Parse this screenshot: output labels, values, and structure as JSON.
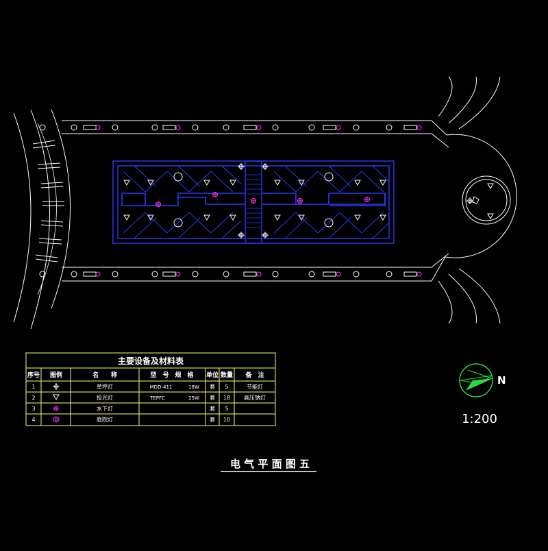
{
  "colors": {
    "background": "#000000",
    "linework": "#ffffff",
    "fountain": "#2a3bff",
    "lamp": "#ff33ff",
    "table_border": "#ffff66",
    "table_text": "#ffffff",
    "compass": "#22dd44"
  },
  "equipment_table": {
    "title": "主要设备及材料表",
    "headers": {
      "index": "序号",
      "legend": "图例",
      "name": "名　　称",
      "model_spec": "型　号　规　格",
      "unit": "单位",
      "quantity": "数量",
      "remark": "备　注"
    },
    "rows": [
      {
        "index": "1",
        "legend_icon": "lawn-light-icon",
        "name": "草坪灯",
        "model": "MDD-411",
        "power": "18W",
        "unit": "套",
        "quantity": "5",
        "remark": "节能灯"
      },
      {
        "index": "2",
        "legend_icon": "floodlight-icon",
        "name": "投光灯",
        "model": "TEPFC",
        "power": "25W",
        "unit": "套",
        "quantity": "18",
        "remark": "高压钠灯"
      },
      {
        "index": "3",
        "legend_icon": "underwater-light-icon",
        "name": "水下灯",
        "model": "",
        "power": "",
        "unit": "套",
        "quantity": "5",
        "remark": ""
      },
      {
        "index": "4",
        "legend_icon": "courtyard-light-icon",
        "name": "庭院灯",
        "model": "",
        "power": "",
        "unit": "套",
        "quantity": "10",
        "remark": ""
      }
    ]
  },
  "compass": {
    "north_label": "N",
    "icon": "north-arrow-icon"
  },
  "scale": "1:200",
  "drawing_title": "电 气 平 面 图 五"
}
